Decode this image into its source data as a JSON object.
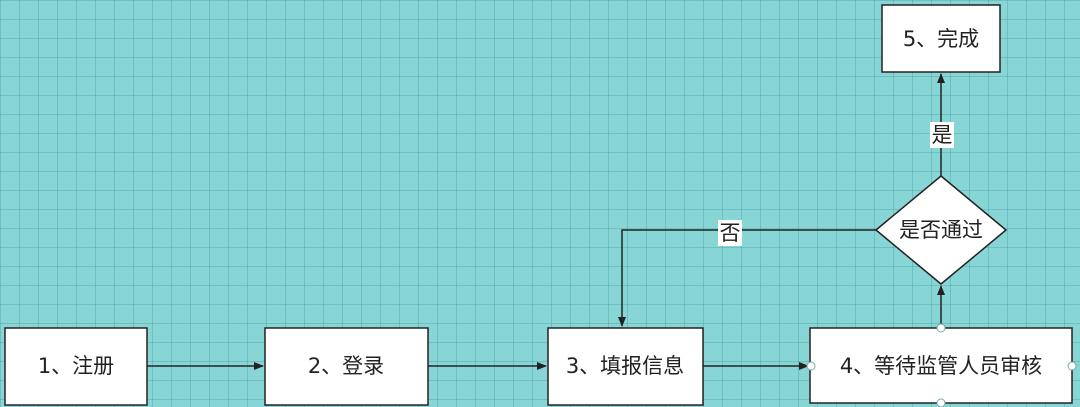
{
  "nodes": {
    "step1": "1、注册",
    "step2": "2、登录",
    "step3": "3、填报信息",
    "step4": "4、等待监管人员审核",
    "step5": "5、完成",
    "decision": "是否通过"
  },
  "edges": {
    "yes_label": "是",
    "no_label": "否"
  }
}
